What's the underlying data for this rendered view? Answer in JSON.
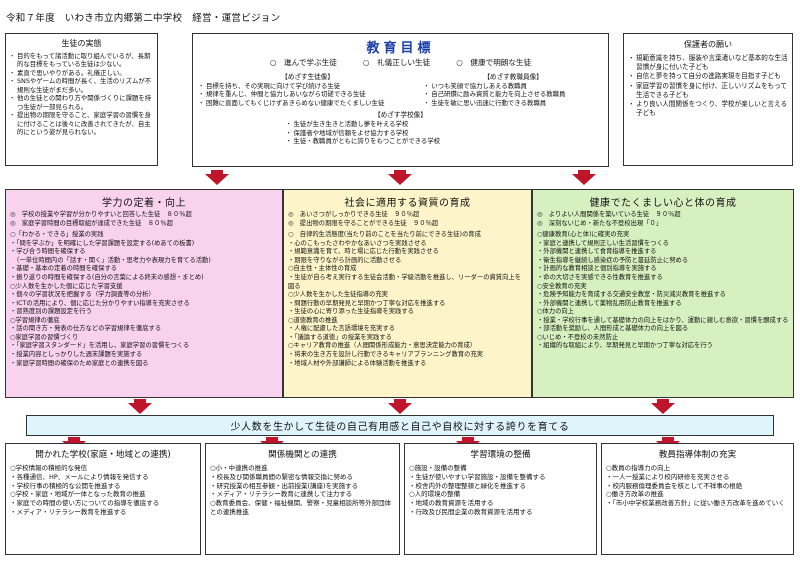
{
  "title": "令和７年度　いわき市立内郷第二中学校　経営・運営ビジョン",
  "left_top": {
    "heading": "生徒の実態",
    "items": [
      "目的をもって諸活動に取り組んでいるが、長期的な目標をもっている生徒は少ない。",
      "素直で思いやりがある。礼儀正しい。",
      "SNSやゲームの時間が長く、生活のリズムが不規則な生徒がまだ多い。",
      "他の生徒との関わり方や関係づくりに課題を持つ生徒が一部見られる。",
      "提出物の期限を守ること、家庭学習の習慣を身に付けることは後々に改善されてきたが、自主的にという姿が見られない。"
    ]
  },
  "center_top": {
    "heading": "教育目標",
    "goals": [
      "○　進んで学ぶ生徒",
      "○　礼儀正しい生徒",
      "○　健康で明朗な生徒"
    ],
    "student_heading": "【めざす生徒像】",
    "student_items": [
      "目標を持ち、その実現に向けて学び続ける生徒",
      "規律を重んじ、仲間と協力しあいながら切磋できる生徒",
      "困難に直面してもくじけずあきらめない健康でたくましい生徒"
    ],
    "teacher_heading": "【めざす教職員像】",
    "teacher_items": [
      "いつも笑顔で協力しあえる教職員",
      "自己研鑽に励み資質と能力を向上させる教職員",
      "生徒を敏に思い迅速に行動できる教職員"
    ],
    "school_heading": "【めざす学校像】",
    "school_items": [
      "生徒が生き生きと活動し夢を叶える学校",
      "保護者や地域が信頼をよせ協力する学校",
      "生徒・教職員がともに誇りをもつことができる学校"
    ]
  },
  "right_top": {
    "heading": "保護者の願い",
    "items": [
      "規範意識を持ち、服装や言葉遣いなど基本的な生活習慣が身に付いた子ども",
      "自信と夢を持って自分の進路実現を目指す子ども",
      "家庭学習の習慣を身に付け、正しいリズムをもって生活できる子ども",
      "より良い人間関係をつくり、学校が楽しいと言える子ども"
    ]
  },
  "pillar_pink": {
    "heading": "学力の定着・向上",
    "targets": [
      "◎　学校の授業や学習が分かりやすいと回答した生徒　８０％超",
      "◎　家庭学習時間の目標取組が達成できた生徒　８０％超"
    ],
    "body": [
      "○「わかる・できる」授業の実践",
      "・「問を学ぶか」を明確にした学習課題を設定する(めあての板書)",
      "・学び合う時間を確保する",
      "　（一単位時間内の「話す・聞く」活動・思考力や表現力を育てる活動)",
      "・基礎・基本の定着の時間を確保する",
      "・振り返りの時間を確保する(自分の言葉による終末の感想・まとめ)",
      "○少人数を生かした個に応じた学習支援",
      "・個々の学習状況を把握する（学力調査等の分析）",
      "・ICTの活用により、個に応じた分かりやすい指導を充実させる",
      "・習熟度別の課題設定を行う",
      "○学習規律の徹底",
      "・話の聞き方・発表の仕方などの学習規律を徹底する",
      "○家庭学習の習慣づくり",
      "・「家庭学習スタンダード」を活用し、家庭学習の習慣をつくる",
      "・授業内容としっかりした週末課題を実施する",
      "・家庭学習時間の確保のため家庭との連携を図る"
    ]
  },
  "pillar_yellow": {
    "heading": "社会に適用する資質の育成",
    "targets": [
      "◎　あいさつがしっかりできる生徒　９０％超",
      "◎　提出物の期限を守ることができる生徒　９０％超"
    ],
    "body": [
      "○　自律的生活態度(当たり前のことを当たり前にできる生徒)の育成",
      "・心のこもったさわやかなあいさつを実践させる",
      "・規範意識を育て、時と場に応じた行動を実践させる",
      "・期限を守りながら計画的に活動させる",
      "○自主性・主体性の育成",
      "・生徒が自ら考え実行する生徒会活動・学級活動を推進し、リーダーの資質向上を図る",
      "○少人数を生かした生徒指導の充実",
      "・問題行動の早期発見と早期かつ丁寧な対応を推進する",
      "・生徒の心に寄り添った生徒指導を実践する",
      "○道徳教育の推進",
      "・人権に配慮した言語環境を充実する",
      "・「議論する道徳」の授業を実践する",
      "○キャリア教育の推進（人間関係形成能力・意思決定能力の育成）",
      "・将来の生き方を設計し行動できるキャリアプランニング教育の充実",
      "・地域人材や外部講師による体験活動を推進する"
    ]
  },
  "pillar_green": {
    "heading": "健康でたくましい心と体の育成",
    "targets": [
      "◎　よりよい人間関係を築いている生徒　９０％超",
      "◎　深刻ないじめ・新たな不登校出現「０」"
    ],
    "body": [
      "○健康教育(心と体)に確実の充実",
      "・家庭と連携して規則正しい生活習慣をつくる",
      "・外部機関と連携して食育指導を推進する",
      "・衛生指導を継続し感染症の予防と蔓延防止に努める",
      "・計画的な教育相談と個別指導を実施する",
      "・命の大切さを実感できる性教育を推進する",
      "○安全教育の充実",
      "・危険予知能力を育成する交通安全教室・防災減災教育を推進する",
      "・外部機関と連携して薬物乱用防止教育を推進する",
      "○体力の向上",
      "・授業・学校行事を通して基礎体力の向上をはかり、運動に親しむ意欲・習慣を醸成する",
      "・部活動を奨励し、人間形成と基礎体力の向上を図る",
      "○いじめ・不登校の未然防止",
      "・組織的な取組により、早期発見と早期かつ丁寧な対応を行う"
    ]
  },
  "banner": "少人数を生かして生徒の自己有用感と自己や自校に対する誇りを育てる",
  "bottom": [
    {
      "heading": "開かれた学校(家庭・地域との連携)",
      "items": [
        "○学校情報の積極的な発信",
        "・各種通信、HP、メールにより情報を発信する",
        "・学校行事の積極的な公開を推進する",
        "○学校・家庭・地域が一体となった教育の推進",
        "・家庭での時間の使い方についての指導を徹底する",
        "・メディア・リテラシー教育を推進する"
      ]
    },
    {
      "heading": "関係機関との連携",
      "items": [
        "○小・中連携の推進",
        "・校長及び関係職員間の緊密な情報交換に努める",
        "・研究授業の相互参観・出前授業(講座)を実施する",
        "・メディア・リテラシー教育に連携して注力する",
        "○教育委員会、保健・福祉機関、警察・児童相談所等外部団体との連携推進"
      ]
    },
    {
      "heading": "学習環境の整備",
      "items": [
        "○施設・設備の整備",
        "・生徒が使いやすい学習施設・設備を整備する",
        "・校舎内外の整理整頓と緑化を推進する",
        "○人的環境の整備",
        "・地域の教育資源を活用する",
        "・行政及び民間企業の教育資源を活用する"
      ]
    },
    {
      "heading": "教員指導体制の充実",
      "items": [
        "○教員の指導力の向上",
        "・一人一授業により校内研修を充実させる",
        "・校内服務倫理委員会を核として不祥事の根絶",
        "○働き方改革の推進",
        "・「市小中学校業務改善方針」に従い働き方改革を進めていく"
      ]
    }
  ],
  "colors": {
    "pink": "#f9d2ee",
    "yellow": "#fdf5c9",
    "green": "#d7f0bf",
    "banner": "#dff4fb",
    "arrow": "#c0142a",
    "title_blue": "#1a3ea8"
  }
}
